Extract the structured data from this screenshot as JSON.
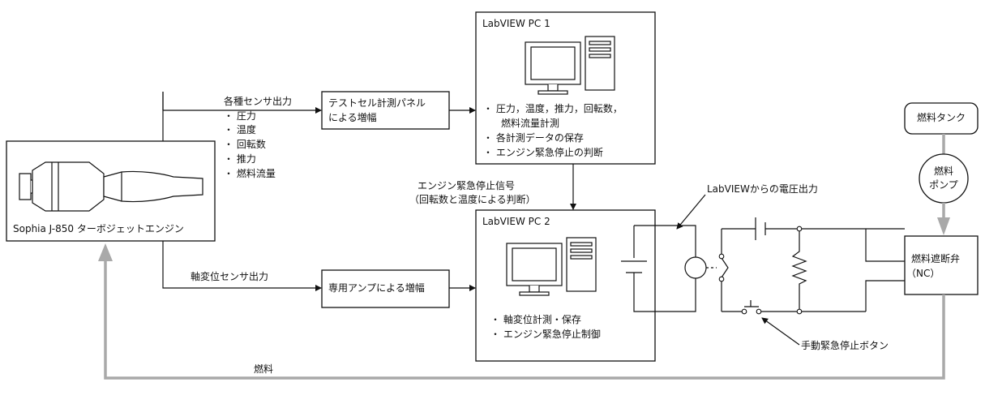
{
  "engine": {
    "label": "Sophia J-850 ターボジェットエンジン"
  },
  "sensor_outputs": {
    "title": "各種センサ出力",
    "items": [
      "・ 圧力",
      "・ 温度",
      "・ 回転数",
      "・ 推力",
      "・ 燃料流量"
    ]
  },
  "displacement_output": "軸変位センサ出力",
  "panel_box": {
    "line1": "テストセル計測パネル",
    "line2": "による増幅"
  },
  "amp_box": {
    "label": "専用アンプによる増幅"
  },
  "pc1": {
    "title": "LabVIEW PC 1",
    "items": [
      "・ 圧力，温度，推力，回転数，",
      "燃料流量計測",
      "・ 各計測データの保存",
      "・ エンジン緊急停止の判断"
    ]
  },
  "pc2": {
    "title": "LabVIEW PC 2",
    "items": [
      "・ 軸変位計測・保存",
      "・ エンジン緊急停止制御"
    ]
  },
  "stop_signal": {
    "line1": "エンジン緊急停止信号",
    "line2": "（回転数と温度による判断）"
  },
  "voltage_label": "LabVIEWからの電圧出力",
  "manual_stop_label": "手動緊急停止ボタン",
  "fuel_tank": "燃料タンク",
  "fuel_pump": {
    "line1": "燃料",
    "line2": "ポンプ"
  },
  "valve": {
    "line1": "燃料遮断弁",
    "line2": "（NC）"
  },
  "fuel_line_label": "燃料",
  "colors": {
    "line": "#111111",
    "fuel_pipe": "#a9a9a9",
    "box_fill": "#ffffff"
  }
}
